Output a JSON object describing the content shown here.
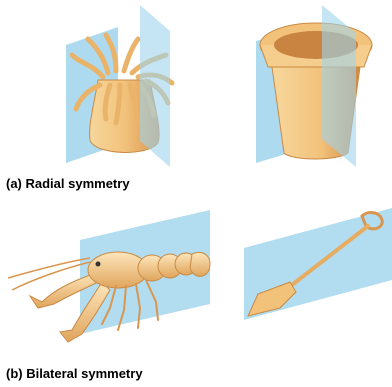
{
  "captions": {
    "radial": "(a) Radial symmetry",
    "bilateral": "(b) Bilateral symmetry"
  },
  "colors": {
    "plane": "#9fd3ec",
    "plane_edge": "#5aa9d6",
    "body": "#f2c27b",
    "body_shadow": "#d9964a",
    "body_light": "#fde6bc"
  },
  "figures": [
    {
      "name": "sea-anemone",
      "panel": "a"
    },
    {
      "name": "flower-pot",
      "panel": "a"
    },
    {
      "name": "lobster",
      "panel": "b"
    },
    {
      "name": "shovel",
      "panel": "b"
    }
  ]
}
